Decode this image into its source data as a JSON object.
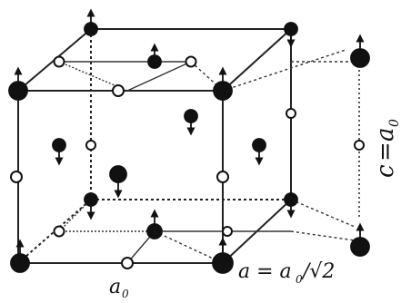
{
  "labels": {
    "a0_bottom": "a",
    "a0_bottom_sub": "0",
    "relation": "a = a",
    "relation_sub": "0",
    "relation_tail": "/√2",
    "c_label": "c",
    "c_eq": "=",
    "c_a": "a",
    "c_sub": "0"
  },
  "colors": {
    "black_atom": "#111111",
    "white_atom_fill": "#ffffff",
    "line": "#222222"
  },
  "icons": {
    "spin_up": "arrow-up",
    "spin_down": "arrow-down"
  }
}
